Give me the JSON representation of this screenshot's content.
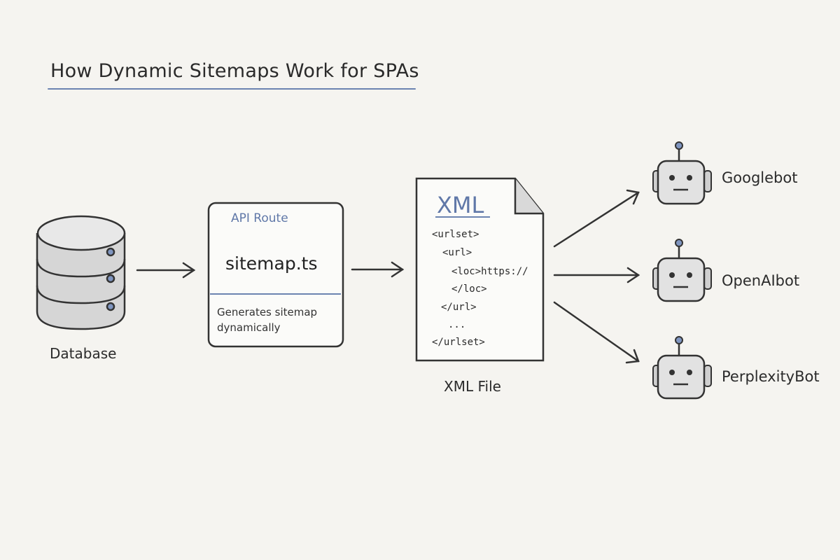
{
  "title": "How Dynamic Sitemaps Work for SPAs",
  "nodes": {
    "database": {
      "label": "Database"
    },
    "api_route": {
      "tag": "API Route",
      "file": "sitemap.ts",
      "description": "Generates sitemap dynamically"
    },
    "xml_file": {
      "title": "XML",
      "caption": "XML File",
      "lines": [
        "<urlset>",
        "<url>",
        "<loc>https://",
        "</loc>",
        "</url>",
        "...",
        "</urlset>"
      ]
    }
  },
  "bots": [
    {
      "name": "Googlebot"
    },
    {
      "name": "OpenAIbot"
    },
    {
      "name": "PerplexityBot"
    }
  ],
  "colors": {
    "accent": "#6b83b0",
    "ink": "#2b2b2b",
    "database_fill": "#d9d9d9",
    "bot_fill": "#e2e2e2",
    "background": "#f5f4f0"
  },
  "icons": [
    "database-icon",
    "document-icon",
    "robot-icon",
    "arrow-icon"
  ]
}
